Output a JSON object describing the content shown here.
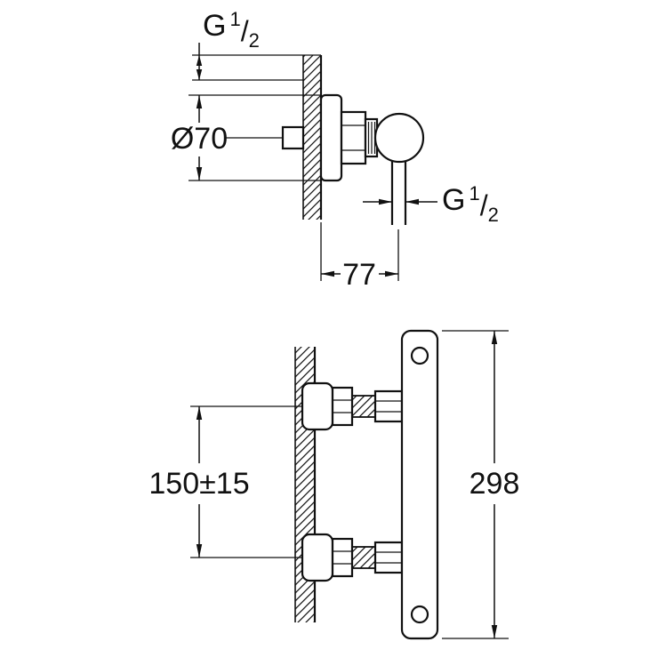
{
  "colors": {
    "ink": "#111111",
    "background": "#ffffff"
  },
  "drawing": {
    "side_view": {
      "inlet_thread": {
        "prefix": "G",
        "numerator": "1",
        "slash": "/",
        "denominator": "2"
      },
      "escutcheon_diameter": "Ø70",
      "outlet_thread": {
        "prefix": "G",
        "numerator": "1",
        "slash": "/",
        "denominator": "2"
      },
      "wall_to_pipe_depth": "77"
    },
    "front_view": {
      "connection_spacing": "150±15",
      "overall_height": "298"
    }
  }
}
